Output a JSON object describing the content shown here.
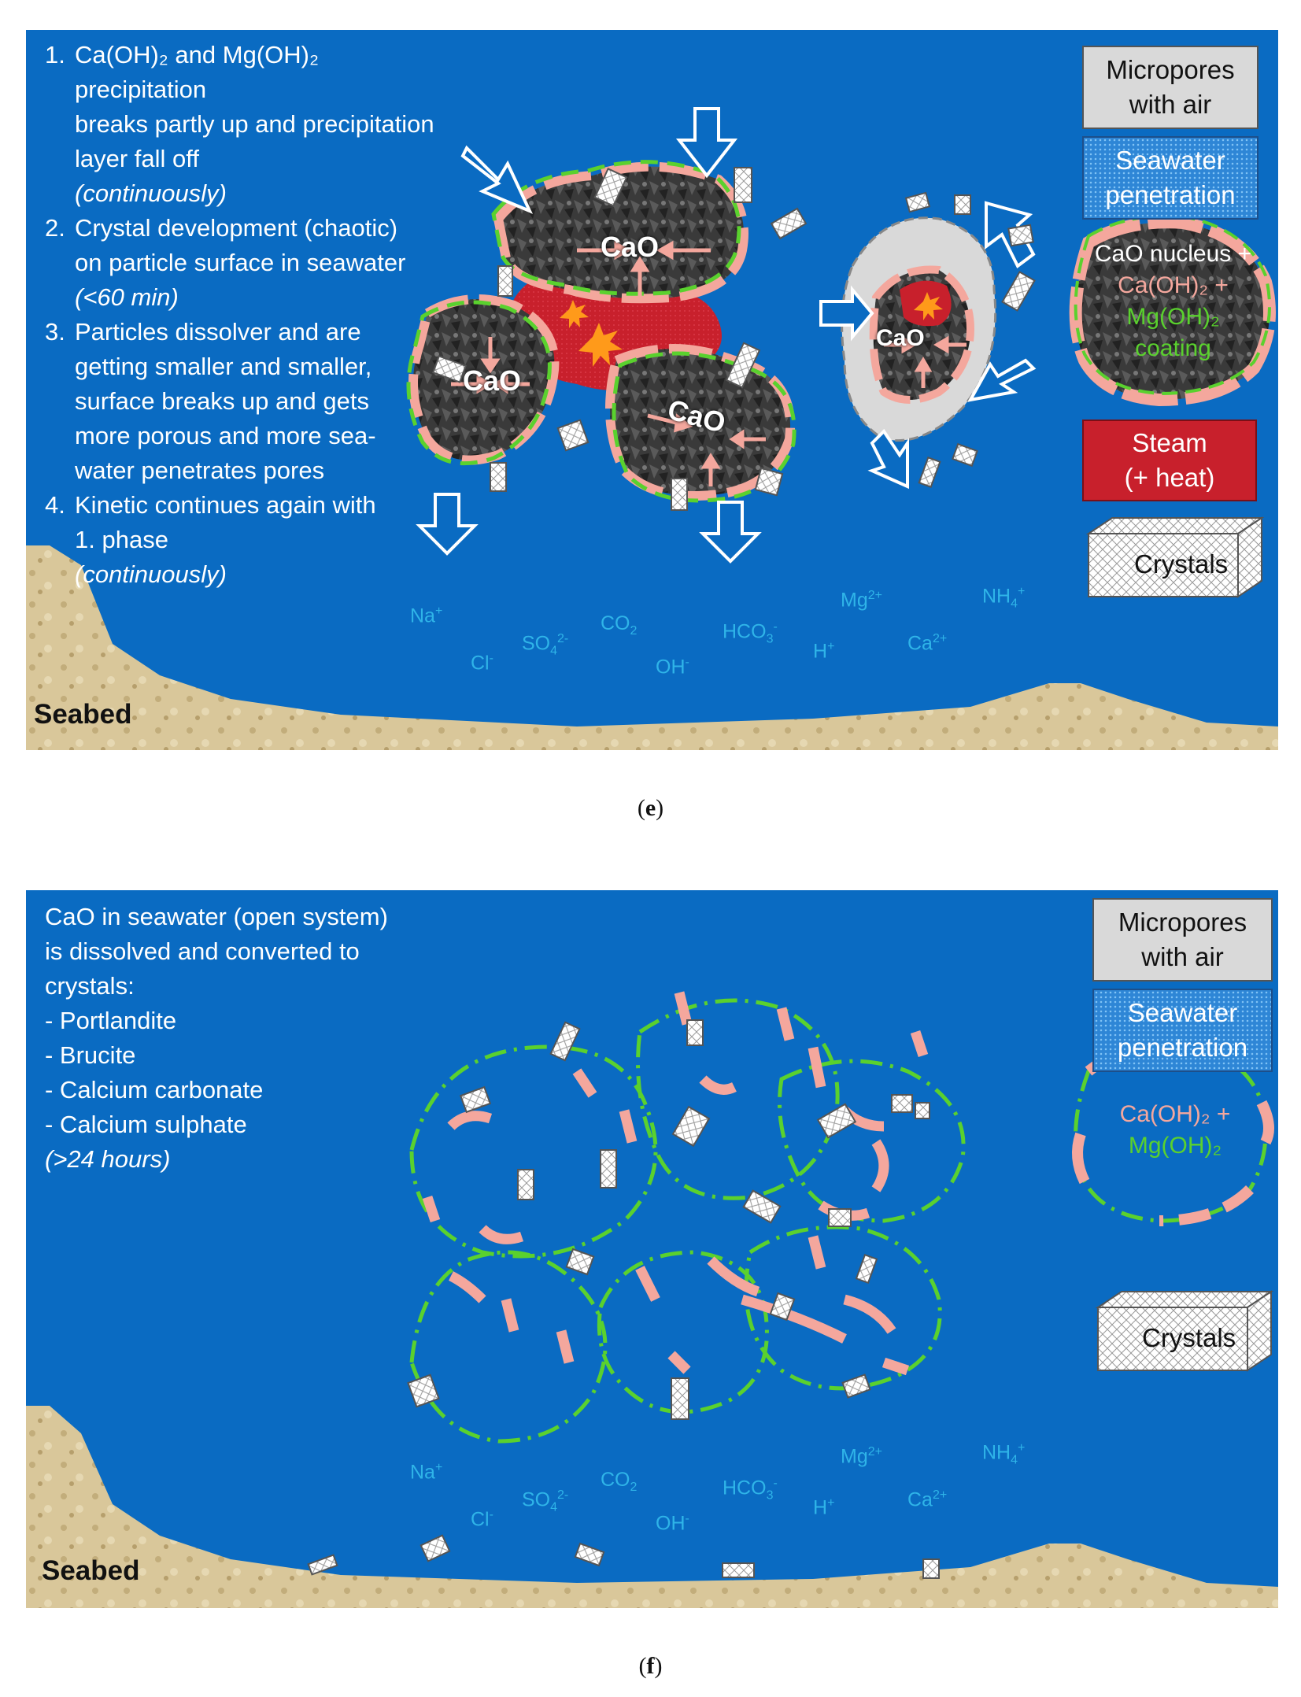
{
  "panel_e": {
    "steps": [
      {
        "num": "1.",
        "lines": [
          "Ca(OH)₂ and Mg(OH)₂ precipitation",
          "breaks partly up and precipitation layer fall off"
        ],
        "note": "(continuously)"
      },
      {
        "num": "2.",
        "lines": [
          "Crystal development (chaotic)",
          "on particle surface in seawater"
        ],
        "note": "(<60 min)"
      },
      {
        "num": "3.",
        "lines": [
          "Particles dissolver and are",
          "getting smaller and smaller,",
          "surface breaks up and gets",
          "more porous and more sea-",
          "water penetrates pores"
        ],
        "note": ""
      },
      {
        "num": "4.",
        "lines": [
          "Kinetic continues again with",
          "1. phase"
        ],
        "note": "(continuously)"
      }
    ],
    "particle_label": "CaO",
    "seabed_label": "Seabed",
    "legend": {
      "air": [
        "Micropores",
        "with air"
      ],
      "seawater": [
        "Seawater",
        "penetration"
      ],
      "nucleus": {
        "line1": "CaO nucleus +",
        "line2": "Ca(OH)₂ +",
        "line3": "Mg(OH)₂",
        "line4": "coating"
      },
      "steam": [
        "Steam",
        "(+ heat)"
      ],
      "crystals": "Crystals"
    },
    "caption_letter": "e"
  },
  "panel_f": {
    "intro": [
      "CaO in seawater (open system)",
      "is dissolved and converted to",
      "crystals:",
      "- Portlandite",
      "- Brucite",
      "- Calcium carbonate",
      "- Calcium sulphate"
    ],
    "duration": "(>24 hours)",
    "seabed_label": "Seabed",
    "legend": {
      "air": [
        "Micropores",
        "with air"
      ],
      "seawater": [
        "Seawater",
        "penetration"
      ],
      "coating": {
        "line1": "Ca(OH)₂ +",
        "line2": "Mg(OH)₂"
      },
      "crystals": "Crystals"
    },
    "caption_letter": "f"
  },
  "ions": {
    "na": {
      "base": "Na",
      "sup": "+"
    },
    "cl": {
      "base": "Cl",
      "sup": "-"
    },
    "so4": {
      "base": "SO",
      "sub": "4",
      "sup": "2-"
    },
    "co2": {
      "base": "CO",
      "sub": "2"
    },
    "oh": {
      "base": "OH",
      "sup": "-"
    },
    "hco3": {
      "base": "HCO",
      "sub": "3",
      "sup": "-"
    },
    "mg": {
      "base": "Mg",
      "sup": "2+"
    },
    "h": {
      "base": "H",
      "sup": "+"
    },
    "ca": {
      "base": "Ca",
      "sup": "2+"
    },
    "nh4": {
      "base": "NH",
      "sub": "4",
      "sup": "+"
    }
  },
  "colors": {
    "water": "#0a6bc2",
    "sand": "#d9c79a",
    "coating_pink": "#f4a79d",
    "coating_green": "#5ad12e",
    "steam_red": "#c8202c",
    "particle_dark": "#3a3a3a",
    "air_grey": "#d9d9d9"
  }
}
